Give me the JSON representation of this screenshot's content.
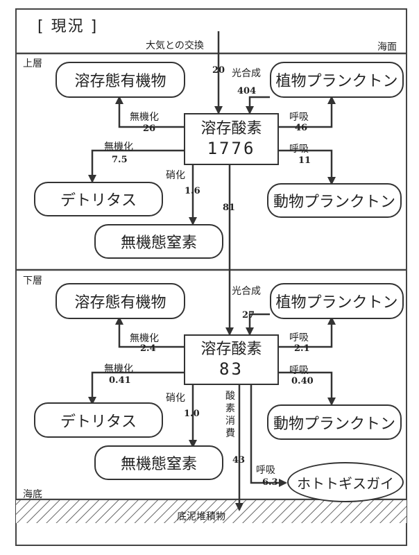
{
  "title": "[ 現況 ]",
  "labels": {
    "air_exchange": "大気との交換",
    "sea_surface": "海面",
    "upper_layer": "上層",
    "lower_layer": "下層",
    "seabed": "海底",
    "sediment": "底泥堆積物"
  },
  "upper": {
    "doc": "溶存態有機物",
    "phyto": "植物プランクトン",
    "zoo": "動物プランクトン",
    "detritus": "デトリタス",
    "inorg_n": "無機態窒素",
    "do_title": "溶存酸素",
    "do_value": "1776",
    "flows": {
      "air_value": "20",
      "photo_label": "光合成",
      "photo_value": "404",
      "miner_doc_label": "無機化",
      "miner_doc_value": "26",
      "resp_phyto_label": "呼吸",
      "resp_phyto_value": "46",
      "miner_det_label": "無機化",
      "miner_det_value": "7.5",
      "resp_zoo_label": "呼吸",
      "resp_zoo_value": "11",
      "nitr_label": "硝化",
      "nitr_value": "1.6",
      "down_value": "81"
    }
  },
  "lower": {
    "doc": "溶存態有機物",
    "phyto": "植物プランクトン",
    "zoo": "動物プランクトン",
    "detritus": "デトリタス",
    "inorg_n": "無機態窒素",
    "do_title": "溶存酸素",
    "do_value": "83",
    "shellfish": "ホトトギスガイ",
    "flows": {
      "photo_label": "光合成",
      "photo_value": "27",
      "miner_doc_label": "無機化",
      "miner_doc_value": "2.4",
      "resp_phyto_label": "呼吸",
      "resp_phyto_value": "2.1",
      "miner_det_label": "無機化",
      "miner_det_value": "0.41",
      "resp_zoo_label": "呼吸",
      "resp_zoo_value": "0.40",
      "nitr_label": "硝化",
      "nitr_value": "1.0",
      "consumption_label": [
        "酸",
        "素",
        "消",
        "費"
      ],
      "consumption_value": "43",
      "resp_shell_label": "呼吸",
      "resp_shell_value": "6.3"
    }
  }
}
